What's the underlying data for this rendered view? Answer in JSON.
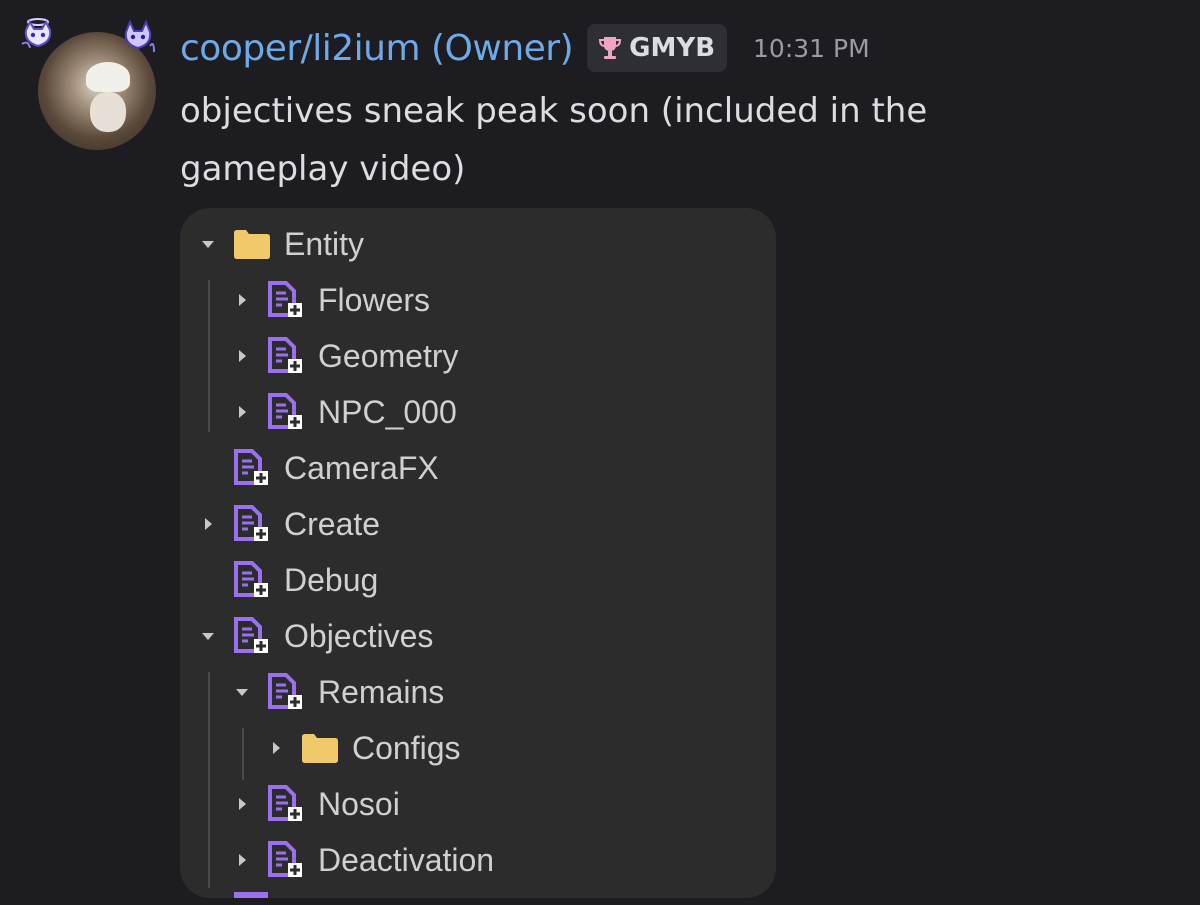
{
  "message": {
    "username": "cooper/li2ium (Owner)",
    "tag": {
      "icon": "trophy-icon",
      "label": "GMYB"
    },
    "timestamp": "10:31 PM",
    "content": "objectives sneak peak soon (included in the gameplay video)",
    "colors": {
      "username": "#6ea9e8",
      "folder": "#f0c96a",
      "script": "#9a6ff0",
      "background": "#1c1c21",
      "panel": "#2c2c2c"
    }
  },
  "explorer": {
    "items": [
      {
        "label": "Entity",
        "icon": "folder-icon",
        "expanded": true
      },
      {
        "label": "Flowers",
        "icon": "module-script-icon",
        "expanded": false
      },
      {
        "label": "Geometry",
        "icon": "module-script-icon",
        "expanded": false
      },
      {
        "label": "NPC_000",
        "icon": "module-script-icon",
        "expanded": false
      },
      {
        "label": "CameraFX",
        "icon": "module-script-icon"
      },
      {
        "label": "Create",
        "icon": "module-script-icon",
        "expanded": false
      },
      {
        "label": "Debug",
        "icon": "module-script-icon"
      },
      {
        "label": "Objectives",
        "icon": "module-script-icon",
        "expanded": true
      },
      {
        "label": "Remains",
        "icon": "module-script-icon",
        "expanded": true
      },
      {
        "label": "Configs",
        "icon": "folder-icon",
        "expanded": false
      },
      {
        "label": "Nosoi",
        "icon": "module-script-icon",
        "expanded": false
      },
      {
        "label": "Deactivation",
        "icon": "module-script-icon",
        "expanded": false
      }
    ]
  }
}
